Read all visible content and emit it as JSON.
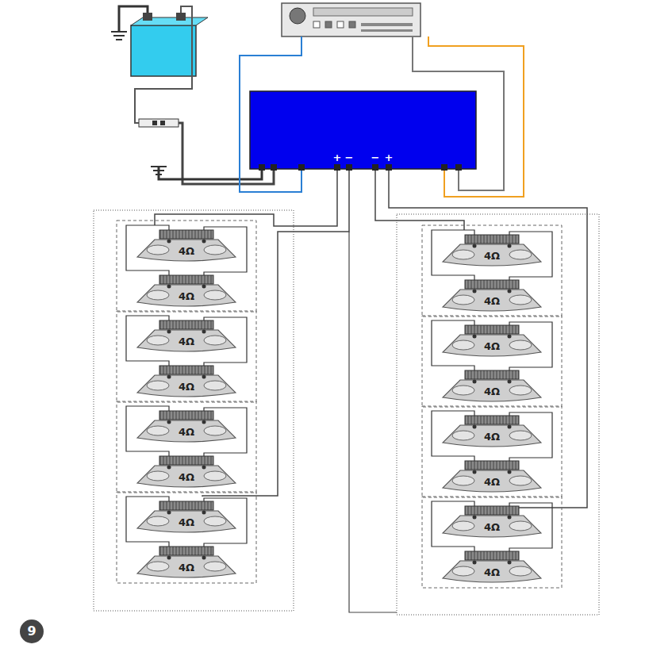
{
  "diagram": {
    "labels": [
      "4Ω",
      "4Ω",
      "4Ω",
      "4Ω",
      "4Ω",
      "4Ω",
      "4Ω",
      "4Ω",
      "4Ω",
      "4Ω",
      "4Ω",
      "4Ω",
      "4Ω",
      "4Ω",
      "4Ω",
      "4Ω",
      "+",
      "−",
      "−",
      "+",
      "9"
    ]
  }
}
